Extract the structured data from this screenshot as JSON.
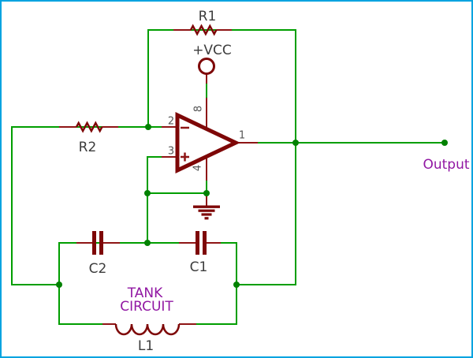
{
  "components": {
    "r1": {
      "label": "R1"
    },
    "r2": {
      "label": "R2"
    },
    "c1": {
      "label": "C1"
    },
    "c2": {
      "label": "C2"
    },
    "l1": {
      "label": "L1"
    },
    "vcc": {
      "label": "+VCC"
    },
    "opamp": {
      "pins": {
        "inverting": "2",
        "noninverting": "3",
        "output": "1",
        "vplus": "8",
        "vminus": "4"
      }
    }
  },
  "annotations": {
    "tank_line1": "TANK",
    "tank_line2": "CIRCUIT",
    "output": "Output"
  },
  "colors": {
    "border_cyan": "#00a3e0",
    "background": "#ffffff",
    "wire_green": "#009e00",
    "junction_green": "#028102",
    "component_body": "#7e0707",
    "component_lead": "#8e1515",
    "label_gray": "#3c3c3c",
    "pin_gray": "#565656",
    "accent_purple": "#9117a3"
  }
}
